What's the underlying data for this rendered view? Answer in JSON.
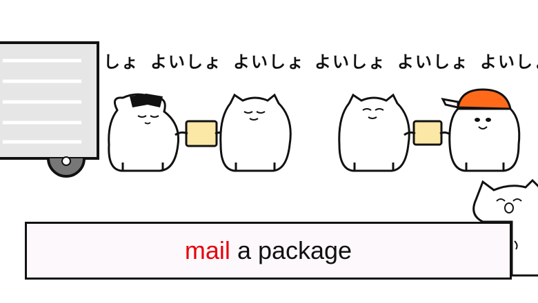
{
  "chant": {
    "partial": "しょ",
    "word": "よいしょ",
    "word_last": "よいしょ"
  },
  "caption": {
    "verb": "mail",
    "rest": "a package",
    "verb_color": "#e8000b",
    "text_color": "#111111"
  },
  "icons": [
    "delivery-truck",
    "cat-with-sunglasses",
    "cat",
    "cardboard-box",
    "cat-with-red-cap",
    "laughing-cat"
  ]
}
